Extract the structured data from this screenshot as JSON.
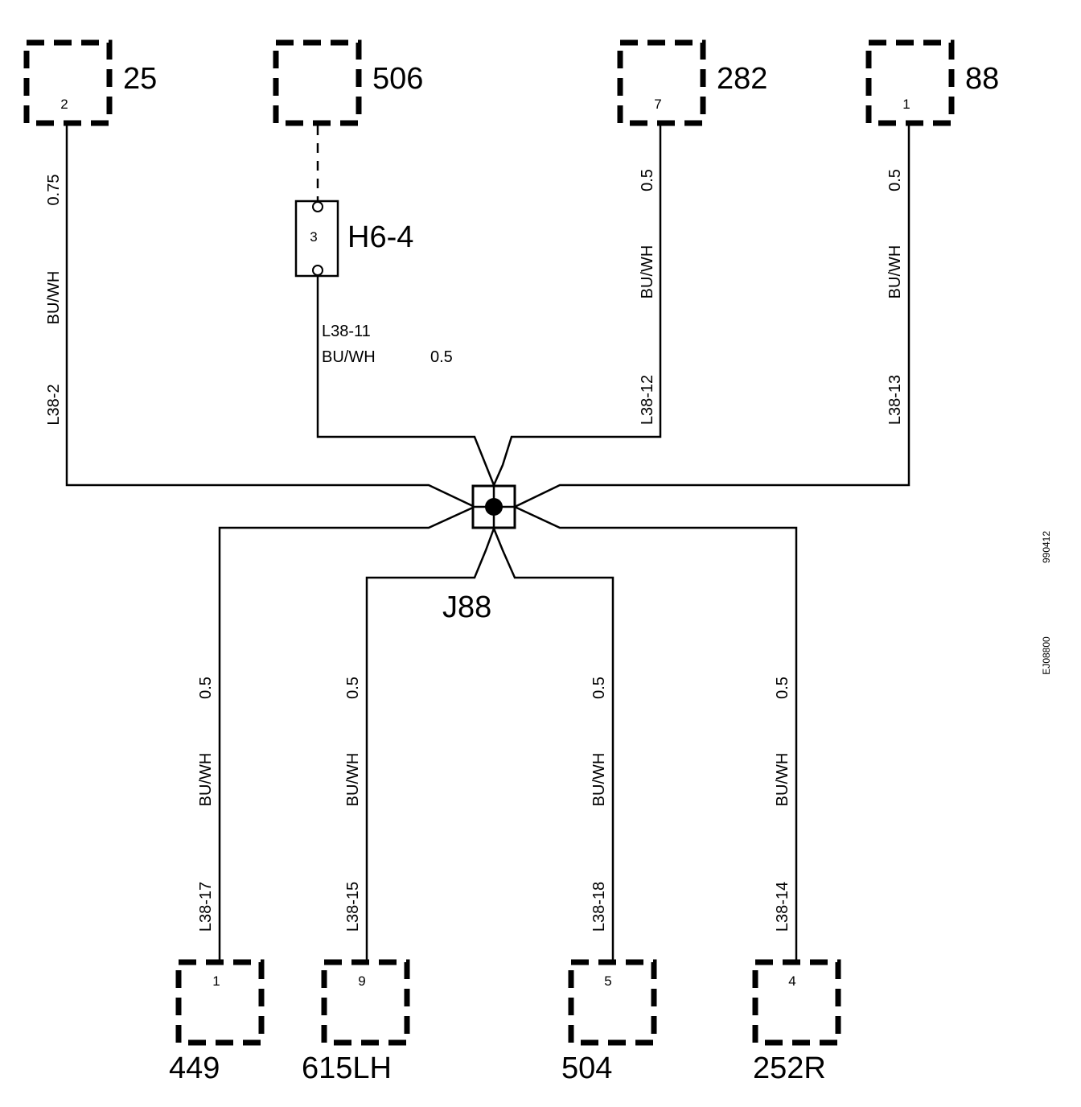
{
  "top_connectors": [
    {
      "id": "25",
      "pin": "2",
      "wire": "L38-2",
      "color": "BU/WH",
      "size": "0.75"
    },
    {
      "id": "506"
    },
    {
      "id": "282",
      "pin": "7",
      "wire": "L38-12",
      "color": "BU/WH",
      "size": "0.5"
    },
    {
      "id": "88",
      "pin": "1",
      "wire": "L38-13",
      "color": "BU/WH",
      "size": "0.5"
    }
  ],
  "inline_connector": {
    "id": "H6-4",
    "pin": "3",
    "wire": "L38-11",
    "color": "BU/WH",
    "size": "0.5"
  },
  "splice": {
    "id": "J88"
  },
  "bottom_connectors": [
    {
      "id": "449",
      "pin": "1",
      "wire": "L38-17",
      "color": "BU/WH",
      "size": "0.5"
    },
    {
      "id": "615LH",
      "pin": "9",
      "wire": "L38-15",
      "color": "BU/WH",
      "size": "0.5"
    },
    {
      "id": "504",
      "pin": "5",
      "wire": "L38-18",
      "color": "BU/WH",
      "size": "0.5"
    },
    {
      "id": "252R",
      "pin": "4",
      "wire": "L38-14",
      "color": "BU/WH",
      "size": "0.5"
    }
  ],
  "side_codes": [
    "990412",
    "EJ08800"
  ]
}
